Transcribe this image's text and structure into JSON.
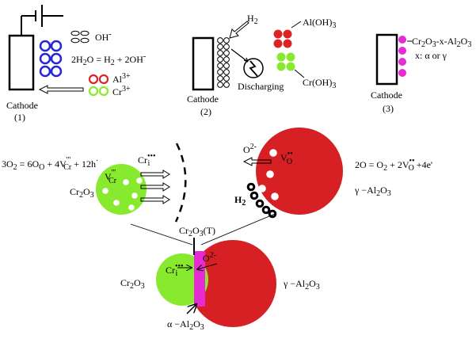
{
  "colors": {
    "blue": "#2626d9",
    "red": "#dc2424",
    "big_red": "#d62024",
    "green": "#88ea2e",
    "magenta": "#e62ad4",
    "black": "#000000"
  },
  "panel1": {
    "oh": "OH",
    "oh_sup": "-",
    "eq_a": "2H",
    "eq_sub1": "2",
    "eq_b": "O = H",
    "eq_sub2": "2",
    "eq_c": " + 2OH",
    "eq_sup": "-",
    "al": "Al",
    "al_sup": "3+",
    "cr": "Cr",
    "cr_sup": "3+",
    "cathode": "Cathode",
    "number": "(1)"
  },
  "panel2": {
    "h2": "H",
    "h2_sub": "2",
    "aloh": "Al(OH)",
    "aloh_sub": "3",
    "croh": "Cr(OH)",
    "croh_sub": "3",
    "discharging": "Discharging",
    "cathode": "Cathode",
    "number": "(2)"
  },
  "panel3": {
    "f1": "Cr",
    "f1s1": "2",
    "f2": "O",
    "f2s1": "3",
    "f3": "-x-Al",
    "f3s1": "2",
    "f4": "O",
    "f4s1": "3",
    "note": "x: α or γ",
    "cathode": "Cathode",
    "number": "(3)"
  },
  "left_reaction": {
    "a": "3O",
    "a_sub": "2",
    "b": " = 6O",
    "b_sub": "O",
    "c": " + 4V",
    "c_sup": "'''",
    "c_sub": "Cr",
    "d": " + 12h",
    "d_sup": "·"
  },
  "right_reaction": {
    "a": "2O = O",
    "a_sub": "2",
    "b": " + 2V",
    "b_sup": "••",
    "b_sub": "O",
    "c": " +4e'"
  },
  "green_ball": {
    "vcr": "V",
    "vcr_sup": "'''",
    "vcr_sub": "Cr",
    "cri": "Cr",
    "cri_sup": "•••",
    "cri_sub": "i",
    "label": "Cr",
    "label_s1": "2",
    "label_mid": "O",
    "label_s2": "3"
  },
  "red_ball": {
    "o2": "O",
    "o2_sup": "2-",
    "vo": "V",
    "vo_sup": "••",
    "vo_sub": "O",
    "h2": "H",
    "h2_sub": "2",
    "gamma": "γ −Al",
    "gamma_s1": "2",
    "gamma_mid": "O",
    "gamma_s2": "3"
  },
  "bottom": {
    "top": "Cr",
    "top_s1": "2",
    "top_mid": "O",
    "top_s2": "3",
    "top_end": "(T)",
    "cri": "Cr",
    "cri_sup": "•••",
    "cri_sub": "i",
    "o2": "O",
    "o2_sup": "2-",
    "left": "Cr",
    "left_s1": "2",
    "left_mid": "O",
    "left_s2": "3",
    "right": "γ −Al",
    "right_s1": "2",
    "right_mid": "O",
    "right_s2": "3",
    "alpha": "α −Al",
    "alpha_s1": "2",
    "alpha_mid": "O",
    "alpha_s2": "3"
  }
}
